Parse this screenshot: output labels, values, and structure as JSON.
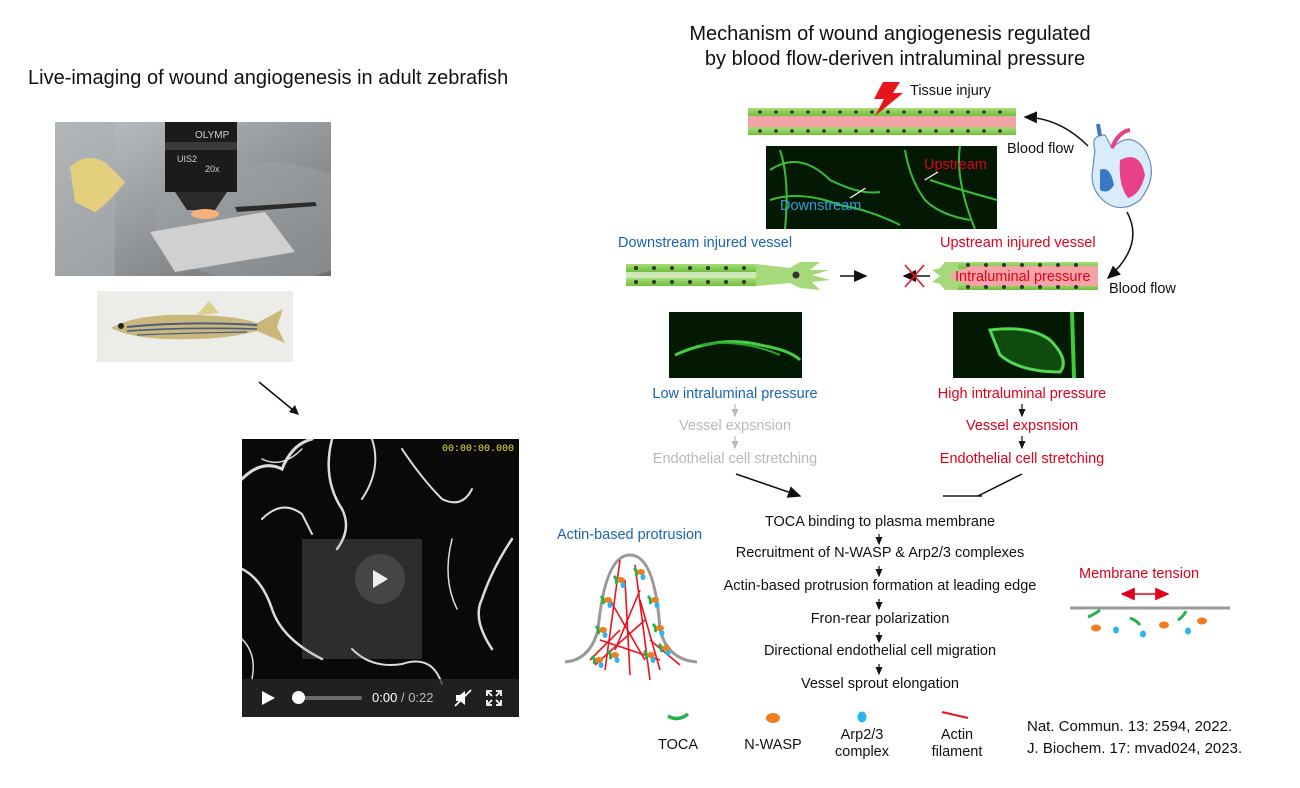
{
  "left": {
    "title": "Live-imaging of wound angiogenesis in adult zebrafish",
    "lens_text": [
      "OLYMP",
      "UIS2",
      "20x"
    ],
    "video": {
      "timecode": "00:00:00.000",
      "current_time": "0:00",
      "separator": "/",
      "duration": "0:22",
      "progress": 0
    }
  },
  "right": {
    "title_line1": "Mechanism of wound angiogenesis regulated",
    "title_line2": "by blood flow-deriven intraluminal pressure",
    "tissue_injury": "Tissue injury",
    "blood_flow_top": "Blood flow",
    "blood_flow_bottom": "Blood flow",
    "upstream": "Upstream",
    "downstream": "Downstream",
    "downstream_vessel": "Downstream injured vessel",
    "upstream_vessel": "Upstream injured vessel",
    "intraluminal_pressure": "Intraluminal pressure",
    "low_pressure": "Low intraluminal pressure",
    "high_pressure": "High intraluminal pressure",
    "vessel_expansion_low": "Vessel expsnsion",
    "vessel_expansion_high": "Vessel expsnsion",
    "stretching_low": "Endothelial cell stretching",
    "stretching_high": "Endothelial cell stretching",
    "steps": [
      "TOCA binding to plasma membrane",
      "Recruitment of N-WASP & Arp2/3 complexes",
      "Actin-based protrusion formation at leading edge",
      "Fron-rear polarization",
      "Directional endothelial cell migration",
      "Vessel sprout elongation"
    ],
    "actin_protrusion": "Actin-based protrusion",
    "membrane_tension": "Membrane tension",
    "legend": {
      "toca": "TOCA",
      "nwasp": "N-WASP",
      "arp_line1": "Arp2/3",
      "arp_line2": "complex",
      "actin_line1": "Actin",
      "actin_line2": "filament"
    },
    "refs": [
      "Nat. Commun. 13: 2594, 2022.",
      "J. Biochem. 17: mvad024, 2023."
    ],
    "colors": {
      "blue": "#1a63b4",
      "red": "#e0001b",
      "grey": "#b8b8b8",
      "toca": "#22b14c",
      "nwasp": "#ef7d22",
      "arp": "#2bb5ec",
      "actin": "#e8141c",
      "vessel_wall": "#8fcd5a",
      "vessel_lumen": "#f4a3a6"
    }
  }
}
